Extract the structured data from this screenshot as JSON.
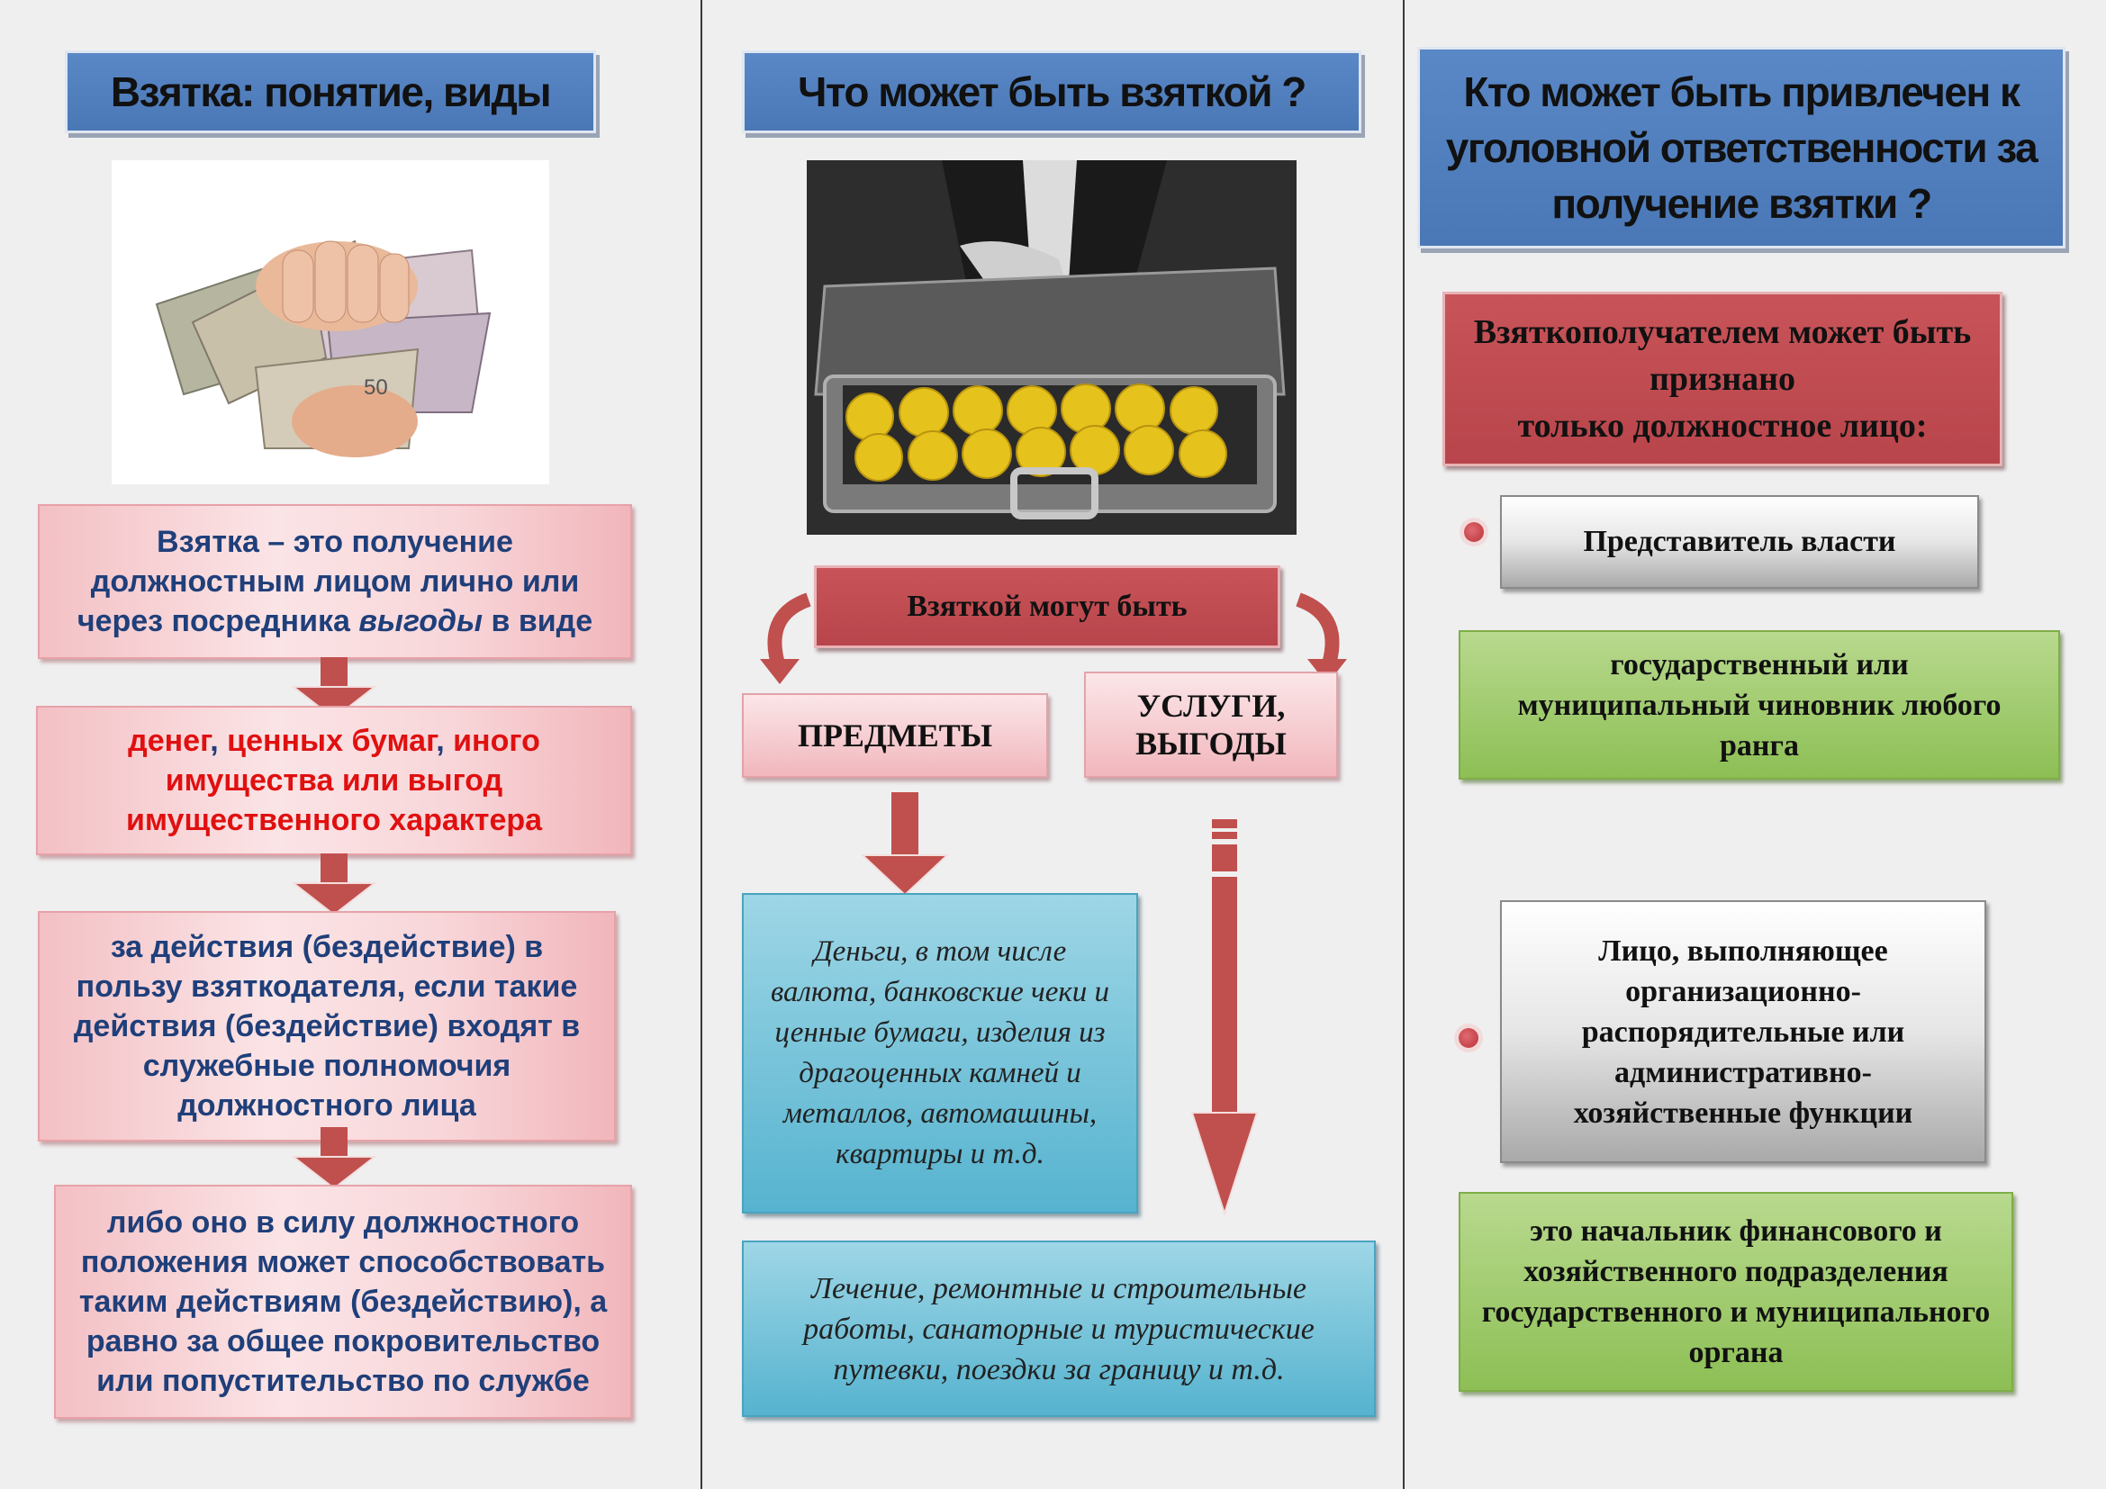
{
  "col1": {
    "header": "Взятка: понятие, виды",
    "def_parts": {
      "a": "Взятка – это получение должностным лицом лично или через посредника ",
      "b": "выгоды",
      "c": " в виде"
    },
    "forms": {
      "p1": "денег",
      "s1": ", ",
      "p2": "ценных бумаг",
      "s2": ", ",
      "p3": "иного имущества или выгод имущественного характера"
    },
    "actions": "за действия (бездействие) в пользу взяткодателя, если такие действия (бездействие) входят в служебные полномочия должностного лица",
    "patronage": "либо оно в силу должностного положения может способствовать таким действиям (бездействию), а равно за общее покровительство или попустительство по службе",
    "image": "hand-with-money-icon"
  },
  "col2": {
    "header": "Что может быть взяткой ?",
    "image": "briefcase-with-oranges-icon",
    "may_be": "Взяткой могут быть",
    "items_label": "ПРЕДМЕТЫ",
    "services_label": "УСЛУГИ, ВЫГОДЫ",
    "items_text": "Деньги, в том числе валюта, банковские чеки и ценные бумаги, изделия из драгоценных камней и металлов, автомашины, квартиры и т.д.",
    "services_text": "Лечение, ремонтные и строительные работы, санаторные и туристические путевки, поездки за границу и т.д."
  },
  "col3": {
    "header": "Кто может быть привлечен к уголовной ответственности за получение взятки ?",
    "official": "Взяткополучателем может быть признано\nтолько должностное лицо:",
    "rep": "Представитель власти",
    "rep_desc": "государственный или муниципальный чиновник любого ранга",
    "admin": "Лицо, выполняющее организационно-распорядительные или административно-хозяйственные функции",
    "admin_desc": "это начальник финансового и хозяйственного подразделения государственного и муниципального органа"
  },
  "colors": {
    "header_blue": "#4f7fbf",
    "box_red": "#c0504d",
    "box_blue": "#4bacc6",
    "box_green": "#9bbb59",
    "arrow_red": "#c0504d",
    "text_navy": "#1f3f7a",
    "text_red": "#e01010"
  }
}
